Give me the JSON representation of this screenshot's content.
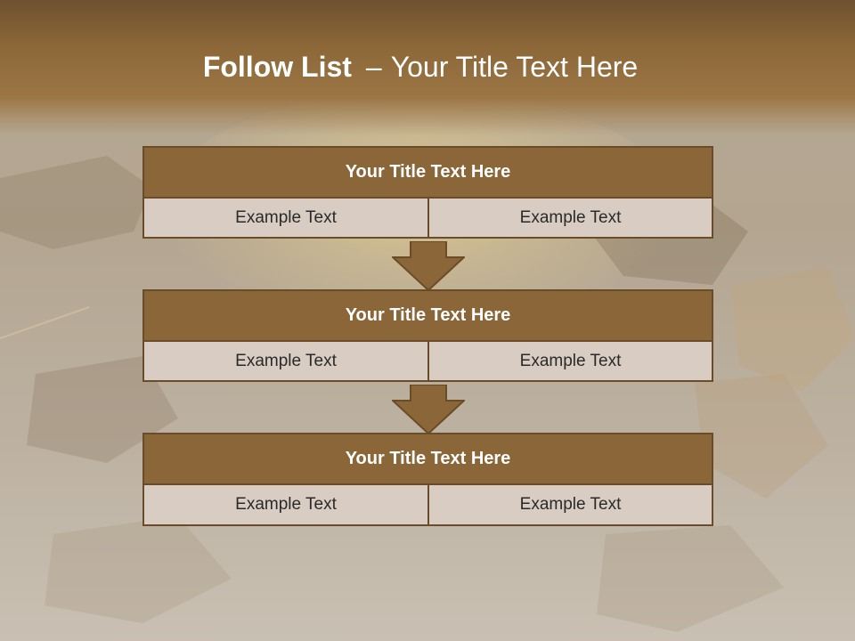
{
  "slide": {
    "title_bold": "Follow List",
    "title_dash": "–",
    "title_rest": "Your Title Text Here"
  },
  "steps": [
    {
      "header": "Your Title Text Here",
      "left": "Example Text",
      "right": "Example Text"
    },
    {
      "header": "Your Title Text Here",
      "left": "Example Text",
      "right": "Example Text"
    },
    {
      "header": "Your Title Text Here",
      "left": "Example Text",
      "right": "Example Text"
    }
  ],
  "colors": {
    "header_fill": "#8a6638",
    "header_border": "#6a4c28",
    "cell_fill": "#d9cdc3",
    "arrow_fill": "#8a6638"
  },
  "background": "autumn-leaves-image"
}
